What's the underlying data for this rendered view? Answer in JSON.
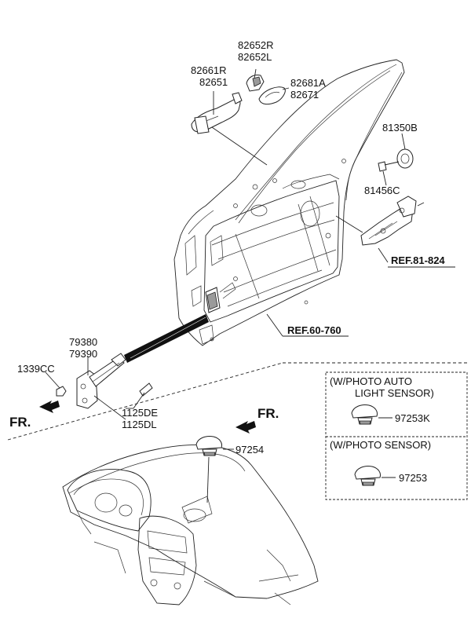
{
  "door_labels": {
    "handle_cover_r": "82652R",
    "handle_cover_l": "82652L",
    "handle_r": "82661R",
    "handle_base": "82651",
    "handle_gasket_a": "82681A",
    "handle_gasket": "82671",
    "grommet": "81350B",
    "screw": "81456C",
    "ref_latch": "REF.81-824",
    "ref_door": "REF.60-760",
    "checker_1": "79380",
    "checker_2": "79390",
    "nut": "1339CC",
    "bolt_1": "1125DE",
    "bolt_2": "1125DL",
    "front_1": "FR.",
    "front_2": "FR."
  },
  "sensor_labels": {
    "dash_sensor": "97254",
    "variant_auto_line1": "(W/PHOTO  AUTO",
    "variant_auto_line2": "LIGHT SENSOR)",
    "sensor_auto": "97253K",
    "variant_photo": "(W/PHOTO SENSOR)",
    "sensor_photo": "97253"
  }
}
